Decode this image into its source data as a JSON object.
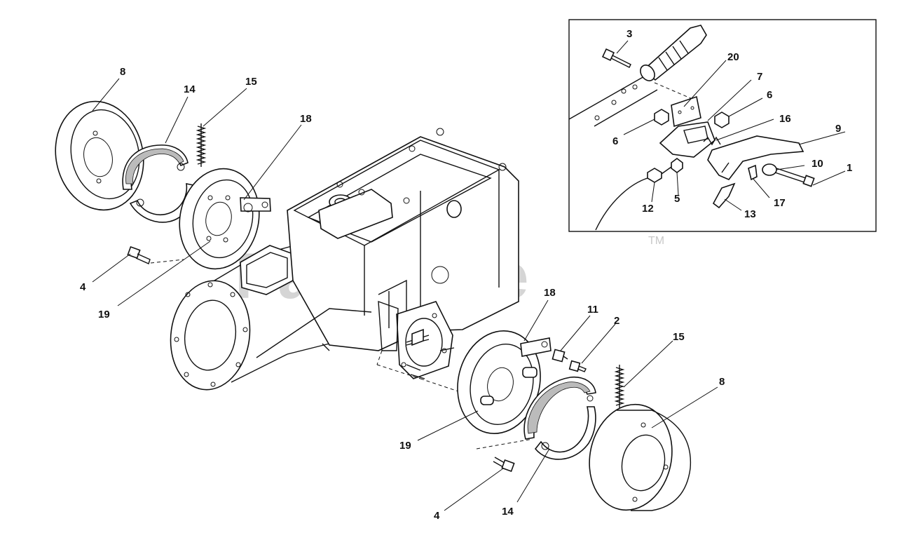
{
  "watermark": {
    "text": "PartsTree",
    "tm": "TM"
  },
  "callouts": [
    {
      "id": "c8a",
      "label": "8"
    },
    {
      "id": "c14a",
      "label": "14"
    },
    {
      "id": "c15a",
      "label": "15"
    },
    {
      "id": "c18a",
      "label": "18"
    },
    {
      "id": "c4a",
      "label": "4"
    },
    {
      "id": "c19a",
      "label": "19"
    },
    {
      "id": "c18b",
      "label": "18"
    },
    {
      "id": "c11",
      "label": "11"
    },
    {
      "id": "c2",
      "label": "2"
    },
    {
      "id": "c15b",
      "label": "15"
    },
    {
      "id": "c8b",
      "label": "8"
    },
    {
      "id": "c19b",
      "label": "19"
    },
    {
      "id": "c4b",
      "label": "4"
    },
    {
      "id": "c14b",
      "label": "14"
    },
    {
      "id": "c3",
      "label": "3"
    },
    {
      "id": "c20",
      "label": "20"
    },
    {
      "id": "c7",
      "label": "7"
    },
    {
      "id": "c6a",
      "label": "6"
    },
    {
      "id": "c6b",
      "label": "6"
    },
    {
      "id": "c16",
      "label": "16"
    },
    {
      "id": "c9",
      "label": "9"
    },
    {
      "id": "c10",
      "label": "10"
    },
    {
      "id": "c1",
      "label": "1"
    },
    {
      "id": "c17",
      "label": "17"
    },
    {
      "id": "c13",
      "label": "13"
    },
    {
      "id": "c12",
      "label": "12"
    },
    {
      "id": "c5",
      "label": "5"
    }
  ]
}
